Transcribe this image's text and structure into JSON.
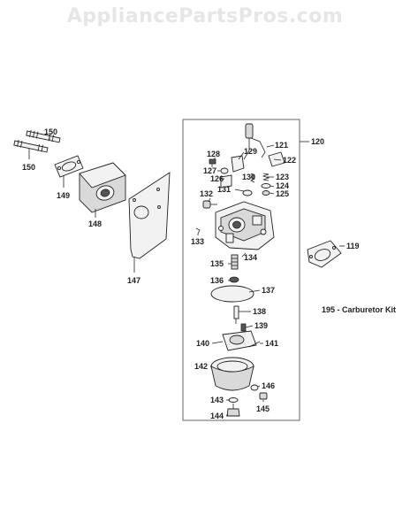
{
  "watermark": "AppliancePartsPros.com",
  "kit_label": "195 - Carburetor Kit",
  "callouts": [
    "150",
    "150",
    "149",
    "148",
    "147",
    "120",
    "121",
    "122",
    "123",
    "124",
    "125",
    "128",
    "127",
    "126",
    "129",
    "130",
    "131",
    "132",
    "133",
    "134",
    "135",
    "136",
    "137",
    "138",
    "139",
    "140",
    "141",
    "142",
    "143",
    "144",
    "145",
    "146",
    "119"
  ]
}
